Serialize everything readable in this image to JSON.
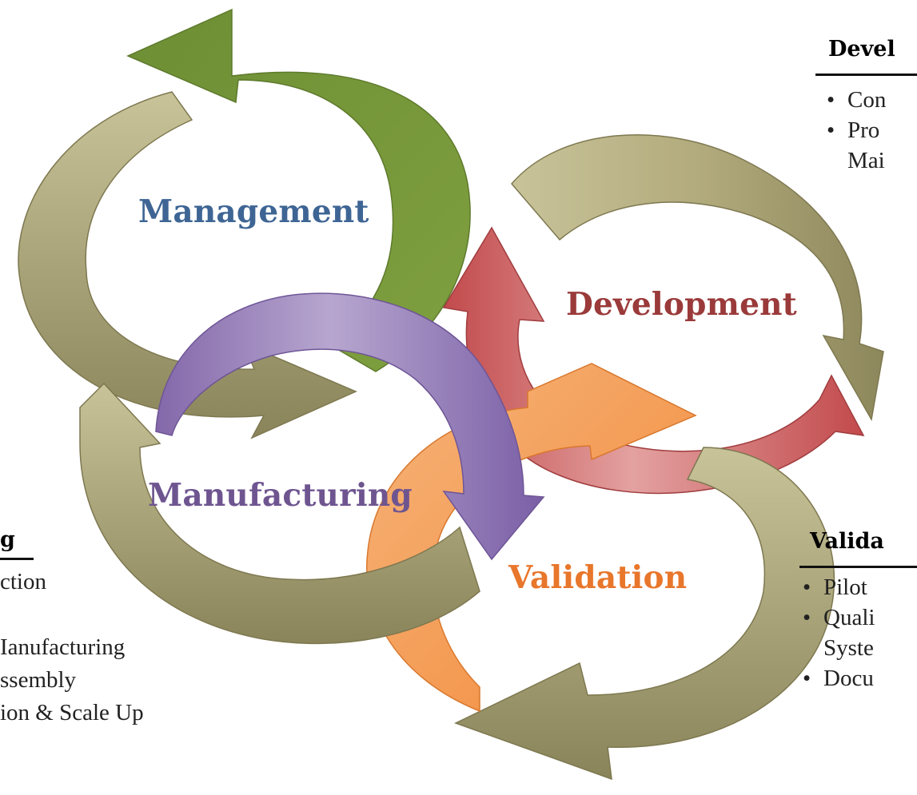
{
  "diagram": {
    "cycles": [
      {
        "name": "management",
        "label": "Management",
        "color": "#3E6594"
      },
      {
        "name": "development",
        "label": "Development",
        "color": "#9A3A3A"
      },
      {
        "name": "manufacturing",
        "label": "Manufacturing",
        "color": "#6E5590"
      },
      {
        "name": "validation",
        "label": "Validation",
        "color": "#E8762B"
      }
    ]
  },
  "panels": {
    "development": {
      "heading": "Devel",
      "items": [
        "Con",
        "Pro",
        "Mai"
      ]
    },
    "manufacturing": {
      "heading": "g",
      "items": [
        "ction",
        "",
        "Ianufacturing",
        "ssembly",
        "ion & Scale Up"
      ]
    },
    "validation": {
      "heading": "Valida",
      "items": [
        "Pilot",
        "Quali",
        "Syste",
        "Docu"
      ]
    }
  },
  "colors": {
    "olive": "#9A9466",
    "green": "#76963A",
    "purple": "#8A6FAE",
    "red": "#C9585A",
    "orange": "#F59A4E"
  }
}
